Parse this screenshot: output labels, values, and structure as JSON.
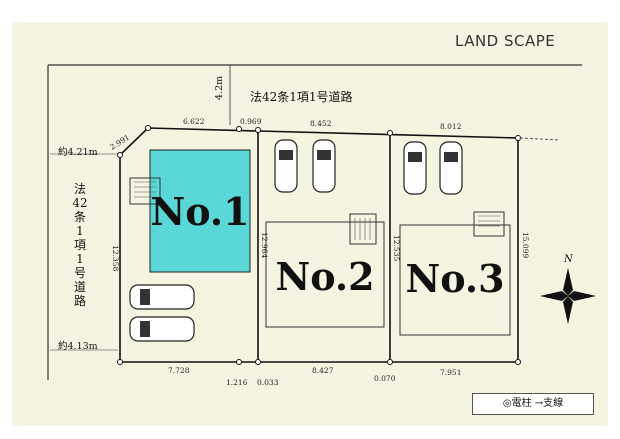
{
  "brand": "LAND SCAPE",
  "road_top": "法42条1項1号道路",
  "road_left": [
    "法",
    "42",
    "条",
    "1",
    "項",
    "1",
    "号",
    "道",
    "路"
  ],
  "widths": {
    "top_road": "4.2m",
    "left_top": "約4.21m",
    "left_bottom": "約4.13m"
  },
  "lots": [
    {
      "label": "No.1",
      "color": "#5ad8d8"
    },
    {
      "label": "No.2"
    },
    {
      "label": "No.3"
    }
  ],
  "dimensions": {
    "top": [
      "2.991",
      "6.622",
      "0.969",
      "8.452",
      "8.012"
    ],
    "bottom": [
      "7.728",
      "1.216",
      "0.033",
      "8.427",
      "0.070",
      "7.951"
    ],
    "side": [
      "12.358",
      "12.964",
      "12.535",
      "15.099"
    ]
  },
  "compass": "N",
  "legend": {
    "pole": "◎電柱",
    "wire": "→支線"
  }
}
